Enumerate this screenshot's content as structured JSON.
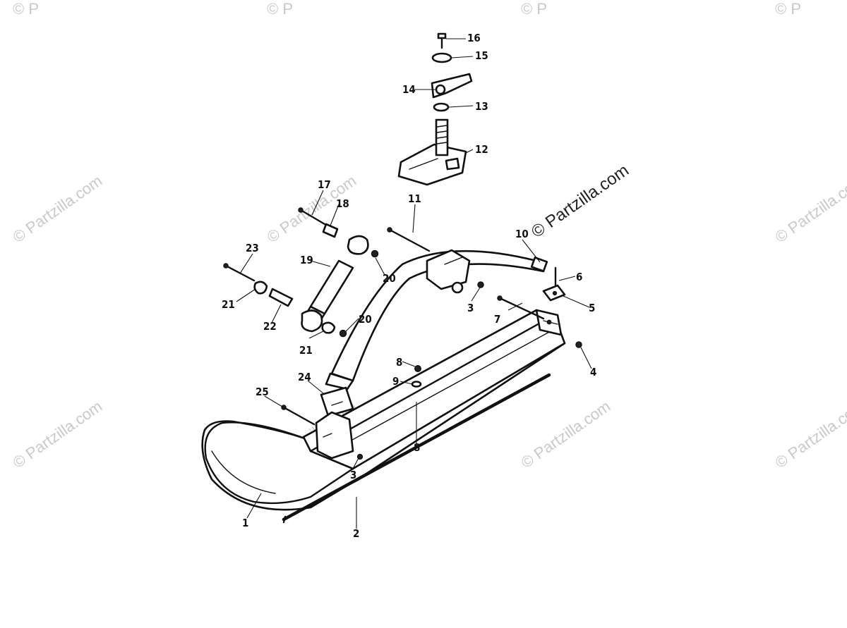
{
  "watermark": {
    "text": "© Partzilla.com",
    "fragment": "© P"
  },
  "callouts": [
    "1",
    "2",
    "3",
    "3",
    "4",
    "5",
    "6",
    "7",
    "8",
    "8",
    "9",
    "10",
    "11",
    "12",
    "13",
    "14",
    "15",
    "16",
    "17",
    "18",
    "19",
    "20",
    "20",
    "21",
    "21",
    "22",
    "23",
    "24",
    "25"
  ]
}
